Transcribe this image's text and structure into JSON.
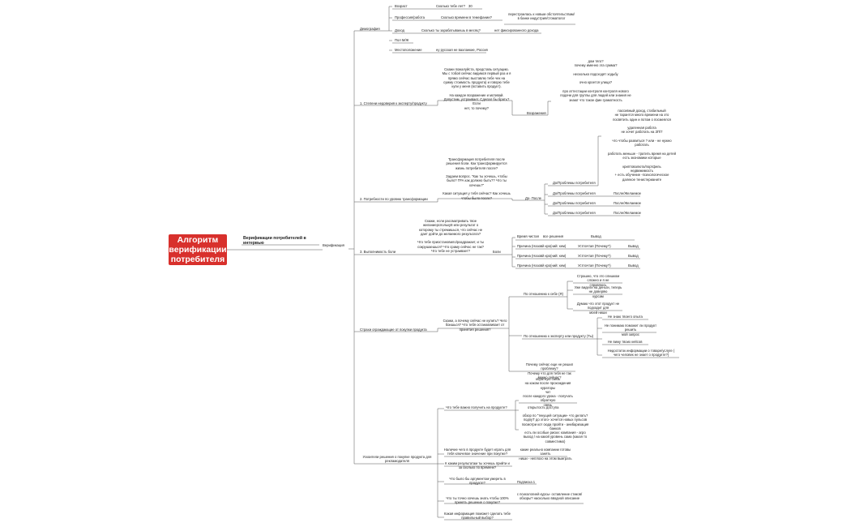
{
  "root": {
    "label": "Алгоритм\nверификации\nпотребителя"
  },
  "subtitle": "Верификации потребителей в\nинтервью",
  "hub": {
    "label": "Верификация"
  },
  "branches": {
    "demography": {
      "label": "Демография",
      "items": [
        {
          "a": "Возраст",
          "b": "Сколько тебе лет?",
          "c": "30"
        },
        {
          "a": "Профессия/работа",
          "b": "Сколько времени в темефании?",
          "c": "перестроилась к новым обстоятельствам/\nв банке индустрия/стоматолог"
        },
        {
          "a": "Доход",
          "b": "Сколько ты зарабатываешь в месяц?",
          "c": "нет фиксированного дохода"
        },
        {
          "a": "Пол М/Ж",
          "b": "",
          "c": ""
        },
        {
          "a": "Местоположение",
          "b": "ну русская не вахланкие, Россия",
          "c": ""
        }
      ]
    },
    "b1": {
      "label": "1. Степени недоверия к эксперту/продукту",
      "questions": "Скажи пожалуйста, представь ситуацию.\nМы с тобой сейчас видимся первый раз и я\nпрямо сейчас выставлю тебе чек на\nсумму стоимость продукта) и говорю тебе\nкупи у меня (вставить продукт).\n\nНа каждое возражение и мотивай.\nДопустим, устраивает. Сделал бы брать? Если\nнет, то почему?",
      "objections_label": "Возражения",
      "objections": "дом тяго?\nпочему именно эта сумма?\n\nнесколько подсходят ходьбу\n\nочно кроется улица?\n\nпро аттестации контроля контроля нового\nподачи для группы для людей или знания не\nзнают что такое фин грамотность"
    },
    "b2": {
      "label": "2. Потребности по уровню трансформации",
      "questions": "Трансформация потребителя после\nрешения боли. Как трансформируется\nжизнь потребителя после?\n\nЗадаем вопрос. \"Как ты хочешь, чтобы\nбыло? ГРА как должно быть?? Что ты\nхочешь?\"\n\nКакая ситуация у тебя сейчас? Как хочешь\nчтобы было после?",
      "dopo_label": "До- После",
      "wishes": "пассивный доход, стабильный\nне тарантся много времени на это\nпосвятить один и потом о посмеялся\n\nудаленная работа\nне хочет работать на ЗП/7\n\nчто чтобы развиться ? или - не нужно\nработать\n\nработать меньше - тратить время на детей\nесть экономики которые\n\nкриптовалюта/портфель\nнедвижимость\n+ есть обучение -психологическое\nдалекое тенистерианите",
      "rows": [
        {
          "a": "До/Проблемы потребителя",
          "b": ""
        },
        {
          "a": "До/Проблемы потребителя",
          "b": "После/Желаемое"
        },
        {
          "a": "До/Проблемы потребителя",
          "b": "После/Желаемое"
        },
        {
          "a": "До/Проблемы потребителя",
          "b": "После/Желаемое"
        }
      ]
    },
    "b3": {
      "label": "3. Выполнимость боли",
      "questions": "Скажи, если рассматривать твое\nжеланиерспольку8 или результат о\nкоторому ты стремишься, что сейчас не\nдает дойти до желаемого результата?\n\nЧто тебе приостановило/раздражает, и ты\nсокрушаешься? Что сраму сейчас не так?\nЧто тебе не устраивает?",
      "boli_label": "Боли",
      "header": {
        "a": "Время чистая",
        "b": "все решения",
        "c": "Вывод"
      },
      "rows": [
        {
          "a": "Причина (Назовй кpо(ний: кем)",
          "b": "Устпочтая (Почему?)",
          "c": "Вывод"
        },
        {
          "a": "Причина (Назовй кpо(ний: кем)",
          "b": "Устпочтая (Почему?)",
          "c": "Вывод"
        },
        {
          "a": "Причина (Назовй кpо(ний: кем)",
          "b": "Устпочтая (Почему?)",
          "c": "Вывод"
        },
        {
          "a": "Причина (Назовй кpо(ний: кем)",
          "b": "Устпочтая (Почему?)",
          "c": "Вывод"
        }
      ]
    },
    "b4": {
      "label": "Страхи ограждающие от покупки продукта",
      "question": "Скажи, а почему сейчас не купить? Чего\nбоишься? Что тебя останавливает от\nпринятия решения?",
      "self_label": "По отношению к себе (Я)",
      "self_items": [
        "Страшно, что это слишком сложно и я не\nсправлюсь",
        "Уже видели на деньги, теперь не доверяю\nкурсам",
        "Думаю что этот продукт не подходит для\nмоей ниши"
      ],
      "product_label": "По отношению к эксперту или продукту (Ты)",
      "product_items": [
        "Не знаю твоего опыта",
        "Не понимаю поможет ли продукт решить\nмой запрос",
        "Не вижу твоих кейсов",
        "Недостаток информации о товаре/услуге (\nчего человек не знает о продукте?)"
      ],
      "why_now": "Почему сейчас еще не решил проблему?\nПочему что для тебя не так важно сейчас?"
    },
    "b5": {
      "label": "Ускоители решения о покупке продукта для\nрекламодателя",
      "q1": "Что тебе важно получить на продукте?",
      "a1_top": "обратную связь\nна каком после прохождения\nкураторы\nчат\nпосле каждого урока - получать обратную\nсвязь",
      "a1": "открытость доступа",
      "a1_bottom": "обзор по \"текущей ситуации- что делать?\nподпуТ до этого- хочется новых пульсов\nпосмотри кот сюда пройти - анибаризация\nбанков\nесть ли особые риски: компания - агро\nвыход / на какой уровень сама (какая то\nсовместимо)",
      "q2": "Наличие чего в продукте будет играть для\nтебя ключевое значение при покупке?",
      "a2": "какие реально компании готовы занять\nниши - неплохо на этом выиграть",
      "q3": "К каким результатам ты хочешь прийти и\nза сколько по времени?",
      "q4": "Что было бы аргументом умереть в\nпродукте?",
      "a4": "Подписка 1",
      "q5": "Что ты точно хочешь знать чтобы 100%\nпринять решение о покупке?",
      "a5": "с психологией курсы- оставление стиков/\nобзоры? насколько вводной описание",
      "q6": "Какая информация поможет сделать тебе\nправильный выбор?"
    }
  }
}
